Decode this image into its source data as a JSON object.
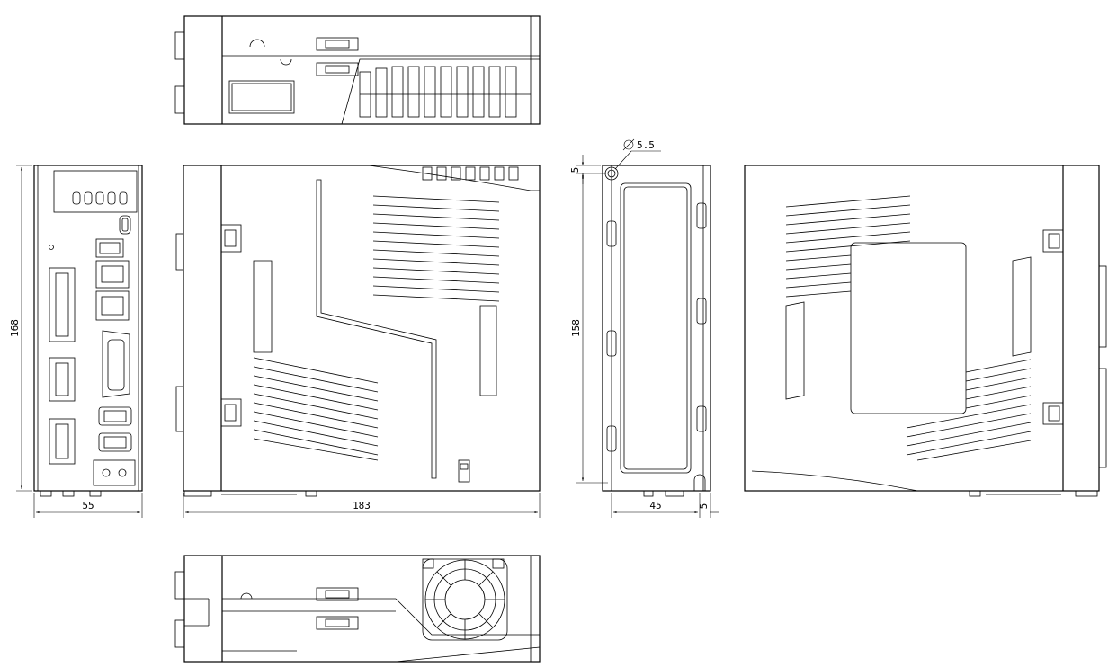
{
  "dimensions": {
    "front_height": "168",
    "front_width": "55",
    "side_depth": "183",
    "mount_hole_dia": "5.5",
    "mount_top_offset": "5",
    "mount_height": "158",
    "mount_width": "45",
    "mount_right_offset": "5"
  },
  "colors": {
    "line": "#000000",
    "background": "#ffffff"
  },
  "front_panel": {
    "display_digit_count": 5
  }
}
